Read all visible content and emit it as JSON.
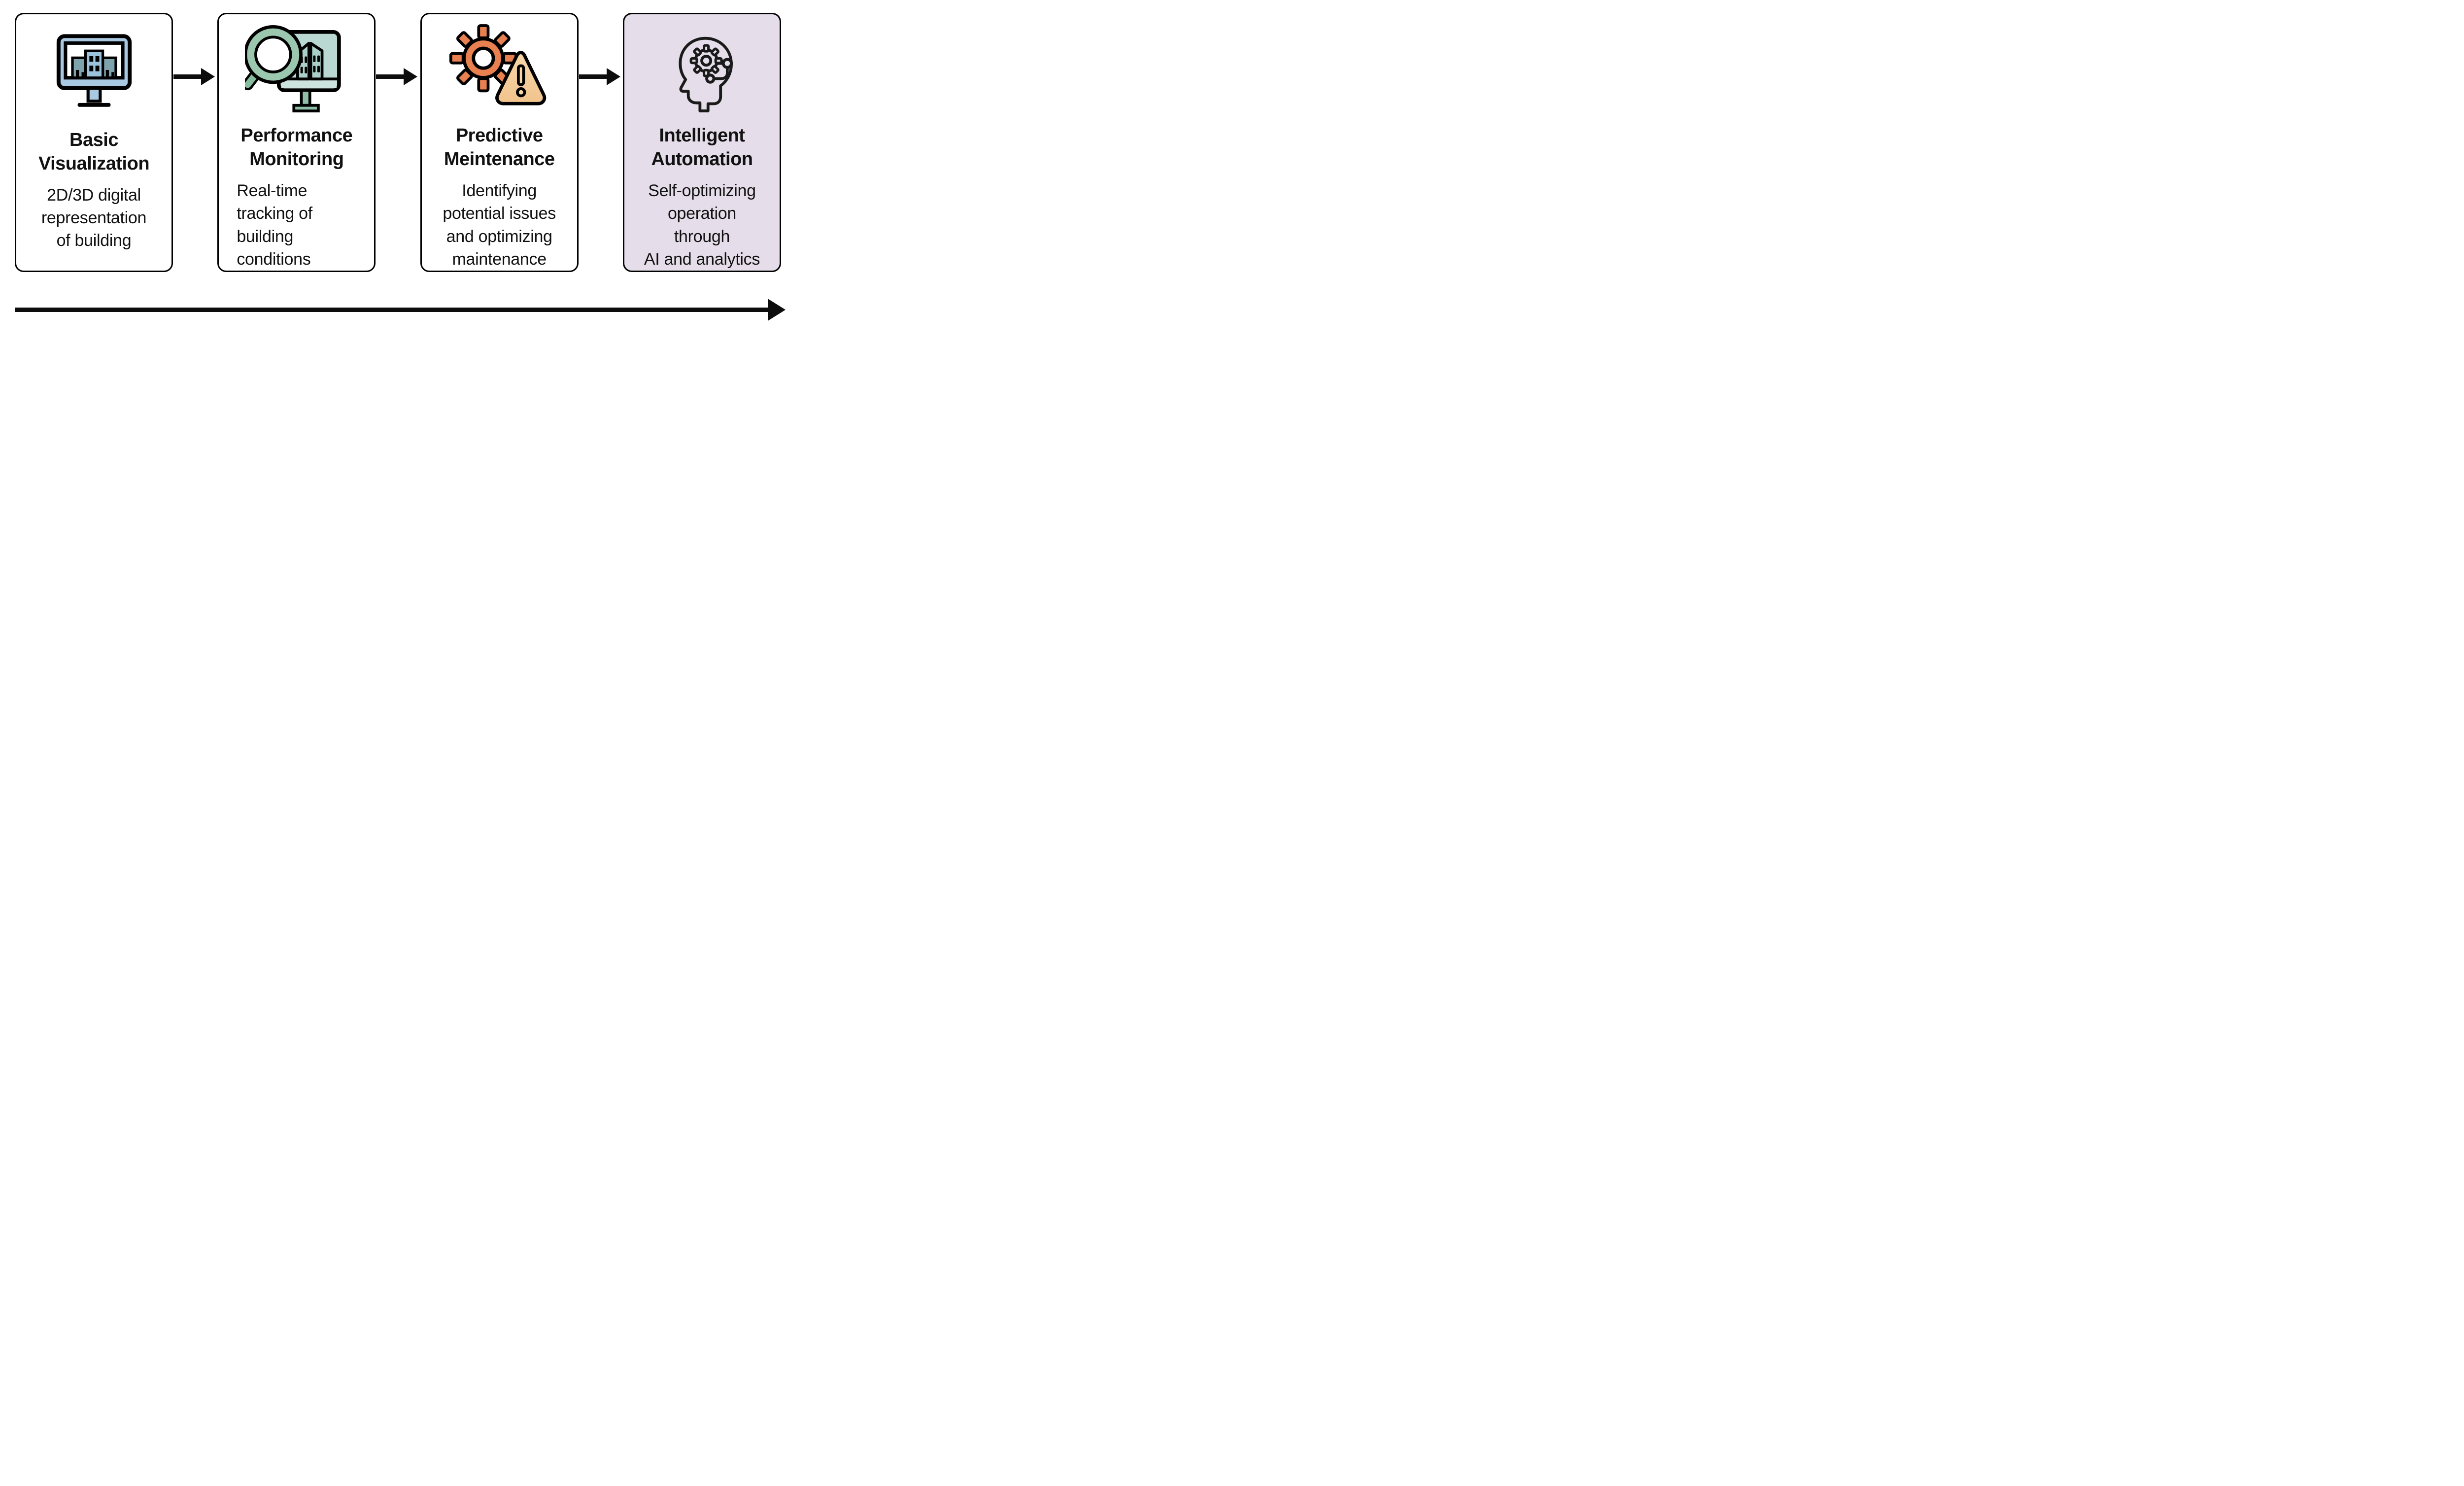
{
  "diagram": {
    "type": "process-flow",
    "direction": "left-to-right",
    "stage_count": 4
  },
  "stages": [
    {
      "id": "basic-visualization",
      "icon": "monitor-buildings-icon",
      "title": "Basic\nVisualization",
      "description": "2D/3D digital\nrepresentation\nof building",
      "card_bg": "#ffffff",
      "highlighted": false
    },
    {
      "id": "performance-monitoring",
      "icon": "magnifier-buildings-icon",
      "title": "Performance\nMonitoring",
      "description": "Real-time\ntracking of\nbuilding\nconditions",
      "card_bg": "#ffffff",
      "highlighted": false
    },
    {
      "id": "predictive-maintenance",
      "icon": "gear-warning-icon",
      "title": "Predictive\nMeintenance",
      "description": "Identifying\npotential issues\nand optimizing\nmaintenance",
      "card_bg": "#ffffff",
      "highlighted": false
    },
    {
      "id": "intelligent-automation",
      "icon": "head-gear-circuit-icon",
      "title": "Intelligent\nAutomation",
      "description": "Self-optimizing\noperation\nthrough\nAI and analytics",
      "card_bg": "#e5dde9",
      "highlighted": true
    }
  ],
  "colors": {
    "text": "#111111",
    "card_border": "#000000",
    "arrow_black": "#0d0d0d",
    "card4_bg": "#e5dde9",
    "monitor_blue": "#a9c9e2",
    "building_center_blue": "#9cc2dc",
    "building_side_teal": "#7fa3ad",
    "screen_white": "#ffffff",
    "panel_teal": "#bad8d2",
    "panel_teal_light": "#cde3dd",
    "panel_building_teal": "#abd0c9",
    "magnifier_teal": "#9bc7ae",
    "magnifier_handle_teal": "#86bb9e",
    "stand_teal": "#8fbfa9",
    "gear_orange": "#e8804f",
    "triangle_tan": "#f2c38c",
    "triangle_tan_light": "#f6d7a8",
    "outline_black": "#1a1a1a"
  }
}
